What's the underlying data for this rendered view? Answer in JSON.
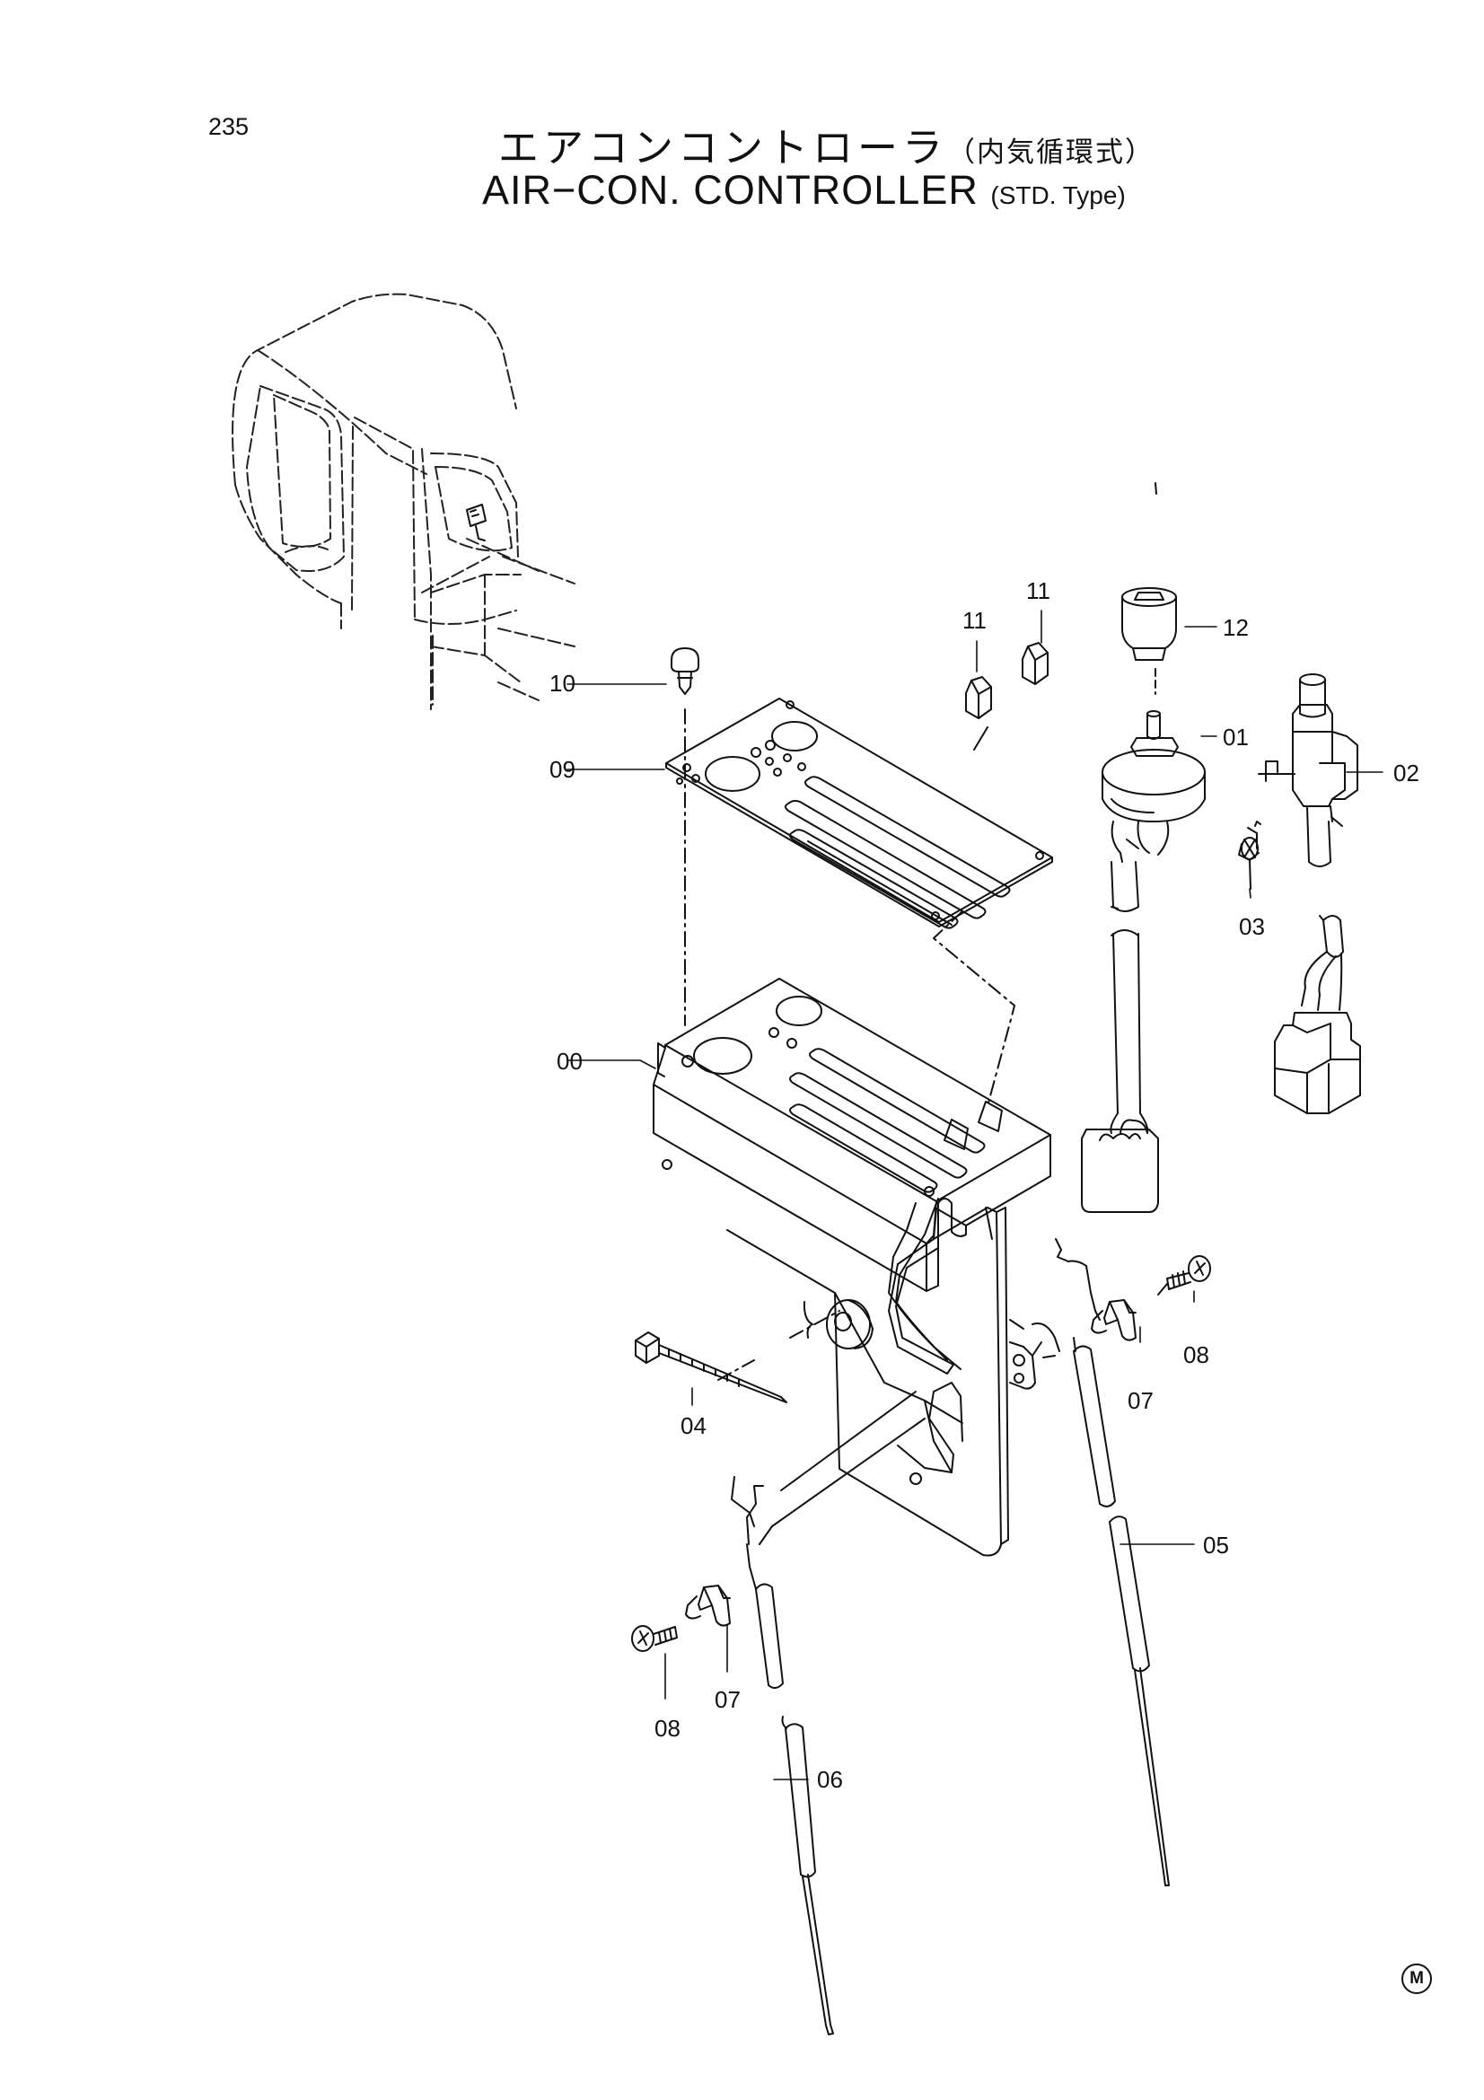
{
  "page_number": "235",
  "title_jp": {
    "main": "エアコンコントローラ",
    "sub": "（内気循環式）"
  },
  "title_en": {
    "main": "AIR−CON. CONTROLLER",
    "sub": "(STD. Type)"
  },
  "callouts": {
    "c00": "00",
    "c01": "01",
    "c02": "02",
    "c03": "03",
    "c04": "04",
    "c05": "05",
    "c06": "06",
    "c07a": "07",
    "c07b": "07",
    "c08a": "08",
    "c08b": "08",
    "c09": "09",
    "c10": "10",
    "c11a": "11",
    "c11b": "11",
    "c12": "12"
  },
  "footer_mark": "M"
}
